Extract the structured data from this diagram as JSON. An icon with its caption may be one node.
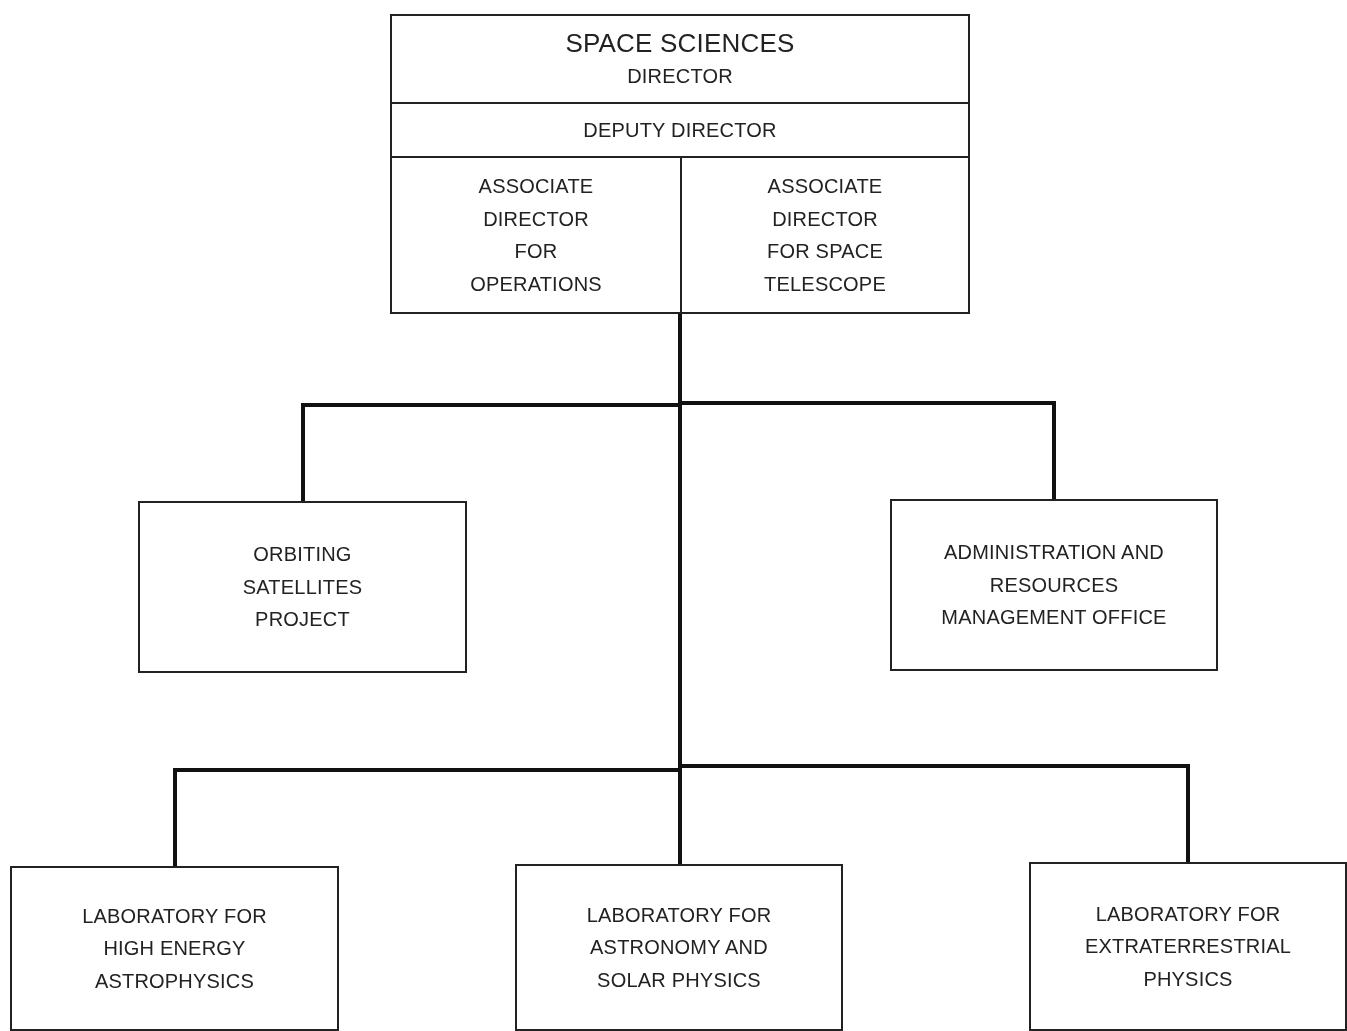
{
  "diagram": {
    "nodes": [
      {
        "text": [],
        "shape": "box"
      },
      {
        "text": [
          "SPACE SCIENCES",
          "DIRECTOR"
        ],
        "in": 0
      },
      {
        "text": [
          "DEPUTY DIRECTOR"
        ],
        "in": 0
      },
      {
        "text": [
          "ASSOCIATE DIRECTOR FOR OPERATIONS"
        ],
        "in": 0
      },
      {
        "text": [
          "ASSOCIATE DIRECTOR FOR SPACE TELESCOPE"
        ],
        "in": 0
      },
      {
        "text": [
          "ORBITING SATELLITES PROJECT"
        ]
      },
      {
        "text": [
          "ADMINISTRATION AND RESOURCES MANAGEMENT OFFICE"
        ]
      },
      {
        "text": [
          "LABORATORY FOR HIGH ENERGY ASTROPHYSICS"
        ]
      },
      {
        "text": [
          "LABORATORY FOR ASTRONOMY AND SOLAR PHYSICS"
        ]
      },
      {
        "text": [
          "LABORATORY FOR EXTRATERRESTRIAL PHYSICS"
        ]
      }
    ],
    "edges": [
      {
        "from": 0,
        "to": 5,
        "arrow": "none"
      },
      {
        "from": 0,
        "to": 6,
        "arrow": "none"
      },
      {
        "from": 0,
        "to": 7,
        "arrow": "none"
      },
      {
        "from": 0,
        "to": 8,
        "arrow": "none"
      },
      {
        "from": 0,
        "to": 9,
        "arrow": "none"
      }
    ]
  }
}
